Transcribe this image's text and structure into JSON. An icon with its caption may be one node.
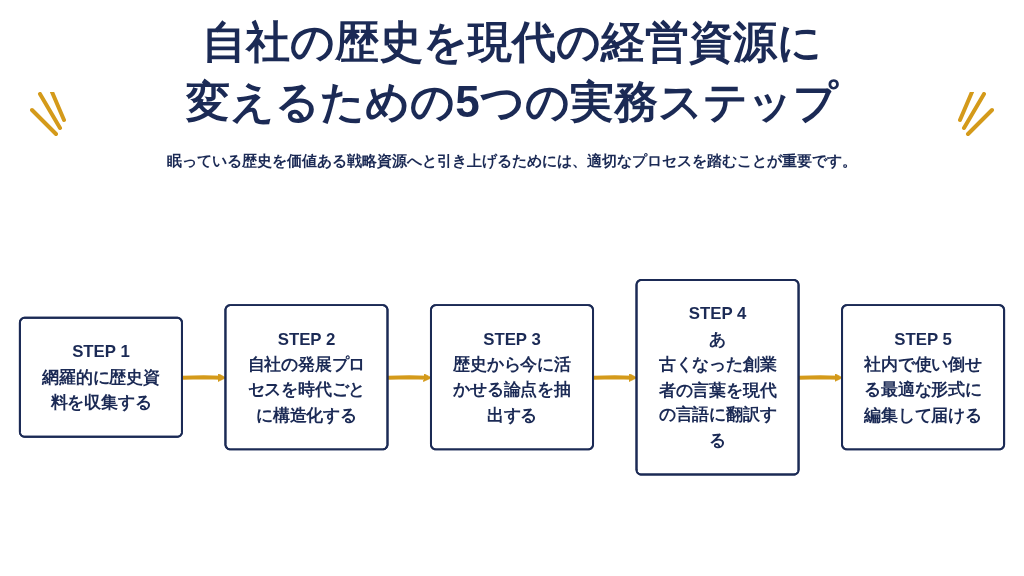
{
  "diagram": {
    "title": "自社の歴史を現代の経営資源に変えるための5つの実務ステップ",
    "nodes": [
      {
        "text": [
          "STEP 1",
          "網羅的に歴史資料を収集する"
        ]
      },
      {
        "text": [
          "STEP 2",
          "自社の発展プロセスを時代ごとに構造化する"
        ]
      },
      {
        "text": [
          "STEP 3",
          "歴史から今に活かせる論点を抽出する"
        ]
      },
      {
        "text": [
          "STEP 4",
          "あ",
          "古くなった創業者の言葉を現代の言語に翻訳する"
        ]
      },
      {
        "text": [
          "STEP 5",
          "社内で使い倒せる最適な形式に編集して届ける"
        ]
      }
    ],
    "edges": [
      {
        "from": 0,
        "to": 1,
        "arrow": "to"
      },
      {
        "from": 1,
        "to": 2,
        "arrow": "to"
      },
      {
        "from": 2,
        "to": 3,
        "arrow": "to"
      },
      {
        "from": 3,
        "to": 4,
        "arrow": "to"
      }
    ],
    "labels": [
      "眠っている歴史を価値ある戦略資源へと引き上げるためには、適切なプロセスを踏むことが重要です。"
    ]
  }
}
